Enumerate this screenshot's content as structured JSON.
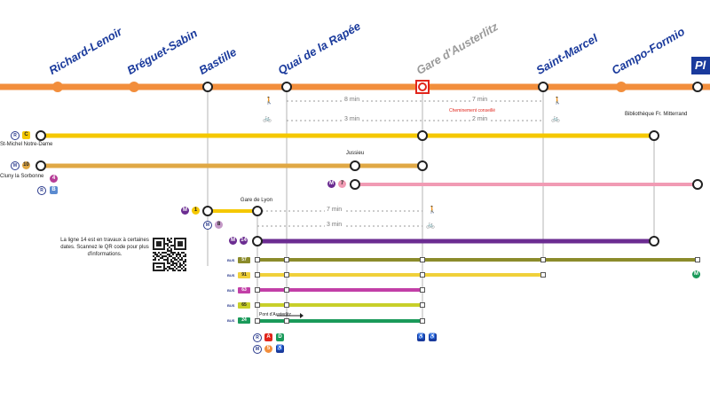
{
  "stations": [
    {
      "name": "Richard-Lenoir"
    },
    {
      "name": "Bréguet-Sabin"
    },
    {
      "name": "Bastille"
    },
    {
      "name": "Quai de la Rapée"
    },
    {
      "name": "Gare d'Austerlitz"
    },
    {
      "name": "Saint-Marcel"
    },
    {
      "name": "Campo-Formio"
    },
    {
      "name": "Pl"
    }
  ],
  "walk_bike": {
    "top_walk": "8 min",
    "top_walk_right": "7 min",
    "top_bike": "3 min",
    "top_bike_right": "2 min",
    "closure": "Cheminement conseillé",
    "lyon_walk": "7 min",
    "lyon_bike": "3 min"
  },
  "labels": {
    "st_michel": "St-Michel Notre-Dame",
    "cluny": "Cluny la Sorbonne",
    "jussieu": "Jussieu",
    "gare_de_lyon": "Gare de Lyon",
    "bibliotheque": "Bibliothèque Fr. Mitterrand",
    "pont_austerlitz": "Pont d'Austerlitz",
    "notice": "La ligne 14 est en travaux à certaines dates. Scannez le QR code pour plus d'informations."
  },
  "badges": {
    "rer_c": "C",
    "m10": "10",
    "m4": "4",
    "m7": "7",
    "rer_b": "B",
    "m1": "1",
    "m8": "8",
    "m14": "14",
    "m5": "5",
    "rer_a": "A",
    "rer_d": "D",
    "bus_57": "57",
    "bus_91": "91",
    "bus_63": "63",
    "bus_65": "65",
    "bus_24": "24"
  },
  "colors": {
    "line5": "#f28e3c",
    "rer_c": "#f5c800",
    "line10": "#e0a845",
    "line7": "#f19bb4",
    "line1": "#f5c800",
    "line14": "#6b2c91",
    "bus_olive": "#8b8b2b",
    "bus_yellow": "#f0d03a",
    "bus_magenta": "#c23fa7",
    "bus_lime": "#c8cf2a",
    "bus_green": "#1a9a5a",
    "station_blue": "#1a3a9c"
  }
}
